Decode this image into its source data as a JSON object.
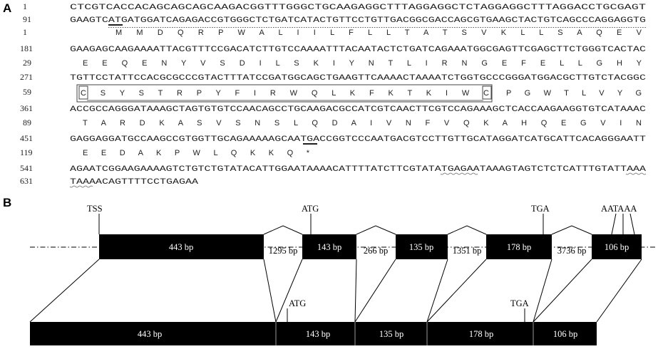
{
  "panel_a": {
    "letter": "A",
    "rows": [
      {
        "num": "1",
        "seq": "CTCGTCACCACAGCAGCAGCAAGACGGTTTGGGCTGCAAGAGGCTTTAGGAGGCTCTAGGAGGCTTTAGGACCTGCGAGT"
      },
      {
        "num": "91",
        "seq": "GAAGTCATGATGGATCAGAGACCGTGGGCTCTGATCATACTGTTCCTGTTGACGGCGACCAGCGTGAAGCTACTGTCAGCCCAGGAGGTG"
      },
      {
        "num": "1",
        "aa": "M M D Q R P W A L I I L F L L T A T S V K L L S A Q E V"
      },
      {
        "num": "181",
        "seq": "GAAGAGCAAGAAAATTACGTTTCCGACATCTTGTCCAAAATTTACAATACTCTGATCAGAAATGGCGAGTTCGAGCTTCTGGGTCACTAC"
      },
      {
        "num": "29",
        "aa": "E E Q E N Y V S D I L S K I Y N T L I R N G E F E L L G H Y"
      },
      {
        "num": "271",
        "seq": "TGTTCCTATTCCACGCGCCCGTACTTTATCCGATGGCAGCTGAAGTTCAAAACTAAAATCTGGTGCCCGGGATGGACGCTTGTCTACGGC"
      },
      {
        "num": "59",
        "aa_boxed": "C S Y S T R P Y F I R W Q L K F K T K I W C",
        "aa": "P G W T L V Y G"
      },
      {
        "num": "361",
        "seq": "ACCGCCAGGGATAAAGCTAGTGTGTCCAACAGCCTGCAAGACGCCATCGTCAACTTCGTCCAGAAAGCTCACCAAGAAGGTGTCATAAAC"
      },
      {
        "num": "89",
        "aa": "T A R D K A S V S N S L Q D A I V N F V Q K A H Q E G V I N"
      },
      {
        "num": "451",
        "seq": "GAGGAGGATGCCAAGCCGTGGTTGCAGAAAAAGCAATGACCGGTCCCAATGACGTCCTTGTTGCATAGGATCATGCATTCACAGGGAATT"
      },
      {
        "num": "119",
        "aa": "E E D A K P W L Q K K Q *"
      },
      {
        "num": "541",
        "seq": "AGAATCGGAAGAAAAGTCTGTCTGTATACATTGGAATAAAACATTTTATCTTCGTATATGAGAATAAAGTAGTCTCTCATTTGTATTAAA"
      },
      {
        "num": "631",
        "seq": "TAAAACAGTTTTCCTGAGAA"
      }
    ]
  },
  "panel_b": {
    "letter": "B",
    "markers": {
      "tss": "TSS",
      "atg": "ATG",
      "tga": "TGA",
      "polya": "AATAAA"
    },
    "exons": [
      "443 bp",
      "143 bp",
      "135 bp",
      "178 bp",
      "106 bp"
    ],
    "introns": [
      "1295 bp",
      "266 bp",
      "1351 bp",
      "3736 bp"
    ],
    "mrna_exons": [
      "443 bp",
      "143 bp",
      "135 bp",
      "178 bp",
      "106 bp"
    ],
    "mrna_markers": {
      "atg": "ATG",
      "tga": "TGA"
    }
  }
}
